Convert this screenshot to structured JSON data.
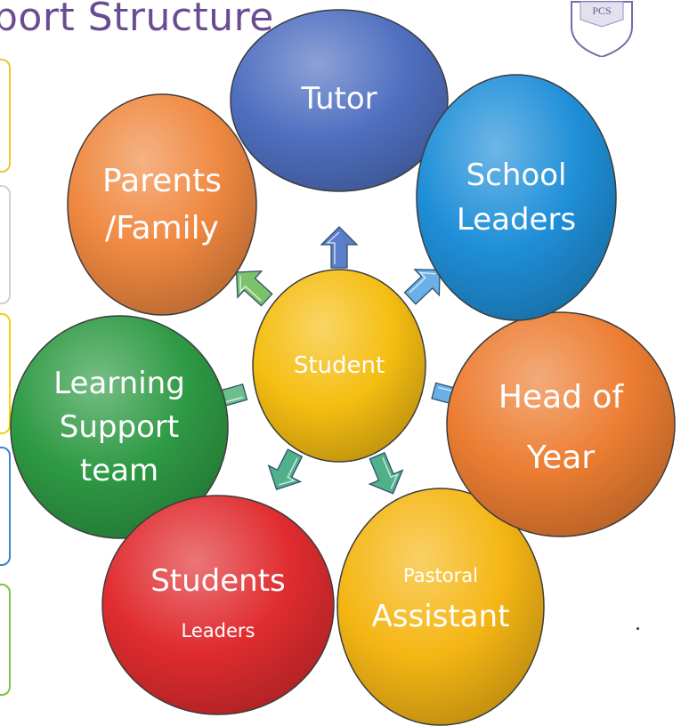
{
  "title": "port Structure",
  "logo": {
    "text": "PCS",
    "icon": "school-crest-icon"
  },
  "center": {
    "label": "Student",
    "color": "#f5be12"
  },
  "nodes": [
    {
      "id": "tutor",
      "lines": [
        "Tutor"
      ],
      "color": "#4f6fc0"
    },
    {
      "id": "school-leaders",
      "lines": [
        "School",
        "Leaders"
      ],
      "color": "#1f8fd8"
    },
    {
      "id": "head-of-year",
      "lines": [
        "Head of",
        "Year"
      ],
      "color": "#ec7d32"
    },
    {
      "id": "pastoral-assistant",
      "small": "Pastoral",
      "lines": [
        "Assistant"
      ],
      "color": "#f5b614"
    },
    {
      "id": "students-leaders",
      "lines": [
        "Students"
      ],
      "small_bottom": "Leaders",
      "color": "#e02c2f"
    },
    {
      "id": "learning-support-team",
      "lines": [
        "Learning",
        "Support",
        "team"
      ],
      "color": "#2e9a44"
    },
    {
      "id": "parents-family",
      "lines": [
        "Parents",
        "/Family"
      ],
      "color": "#ef8840"
    }
  ],
  "arrows": [
    {
      "to": "tutor",
      "color": "#5a7fc8"
    },
    {
      "to": "school-leaders",
      "color": "#6ab0e4"
    },
    {
      "to": "head-of-year",
      "color": "#6ab0e4"
    },
    {
      "to": "pastoral-assistant",
      "color": "#4fb08a"
    },
    {
      "to": "students-leaders",
      "color": "#4fb08a"
    },
    {
      "to": "learning-support-team",
      "color": "#6bbf8a"
    },
    {
      "to": "parents-family",
      "color": "#7cc26a"
    }
  ],
  "side_tabs": [
    {
      "color": "#f2c230"
    },
    {
      "color": "#d0d0d0"
    },
    {
      "color": "#f2d300"
    },
    {
      "color": "#3b82d6"
    },
    {
      "color": "#7cc242"
    }
  ]
}
